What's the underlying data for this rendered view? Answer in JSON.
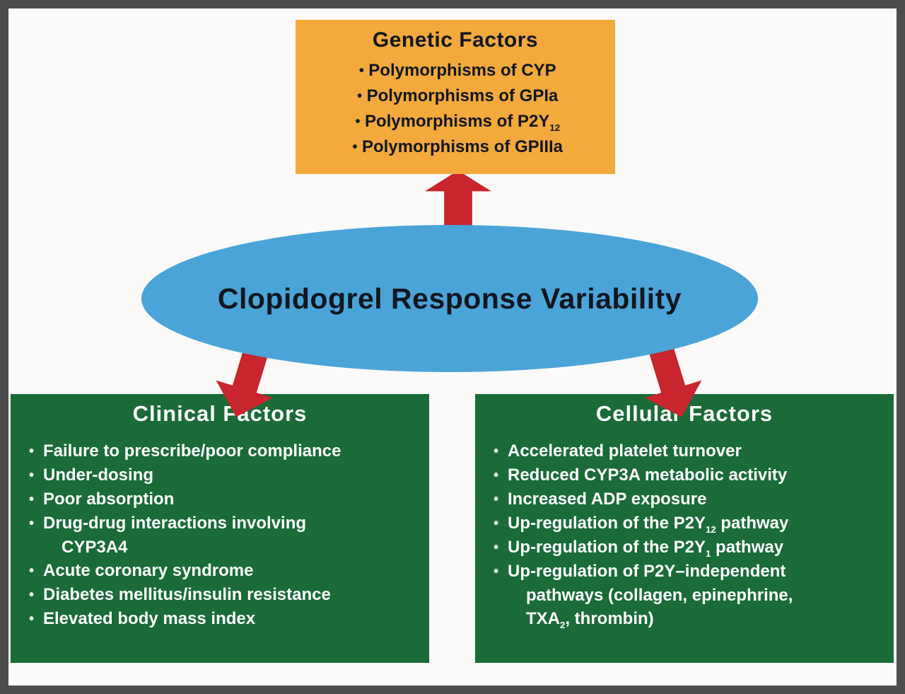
{
  "colors": {
    "frame": "#4d4d4d",
    "page-bg": "#fbfaf8",
    "genetic-bg": "#f3a93c",
    "ellipse-bg": "#4aa4d8",
    "green-bg": "#1a6b38",
    "arrow-red": "#c9252c",
    "dark-text": "#10161f",
    "light-text": "#ffffff"
  },
  "center": {
    "label": "Clopidogrel Response Variability"
  },
  "genetic": {
    "title": "Genetic Factors",
    "items": [
      {
        "b": "•",
        "pre": "Polymorphisms of CYP",
        "sub": "",
        "post": ""
      },
      {
        "b": "•",
        "pre": "Polymorphisms of GPIa",
        "sub": "",
        "post": ""
      },
      {
        "b": "•",
        "pre": "Polymorphisms of P2Y",
        "sub": "12",
        "post": ""
      },
      {
        "b": "•",
        "pre": "Polymorphisms of GPIIIa",
        "sub": "",
        "post": ""
      }
    ]
  },
  "clinical": {
    "title": "Clinical Factors",
    "lines": [
      {
        "b": "•",
        "pre": "Failure to prescribe/poor compliance",
        "sub": "",
        "post": ""
      },
      {
        "b": "•",
        "pre": "Under-dosing",
        "sub": "",
        "post": ""
      },
      {
        "b": "•",
        "pre": "Poor absorption",
        "sub": "",
        "post": ""
      },
      {
        "b": "•",
        "pre": "Drug-drug interactions involving",
        "sub": "",
        "post": ""
      },
      {
        "b": "",
        "pre": "CYP3A4",
        "sub": "",
        "post": ""
      },
      {
        "b": "•",
        "pre": "Acute coronary syndrome",
        "sub": "",
        "post": ""
      },
      {
        "b": "•",
        "pre": "Diabetes mellitus/insulin resistance",
        "sub": "",
        "post": ""
      },
      {
        "b": "•",
        "pre": "Elevated body mass index",
        "sub": "",
        "post": ""
      }
    ]
  },
  "cellular": {
    "title": "Cellular Factors",
    "lines": [
      {
        "b": "•",
        "pre": "Accelerated platelet turnover",
        "sub": "",
        "post": ""
      },
      {
        "b": "•",
        "pre": "Reduced CYP3A metabolic activity",
        "sub": "",
        "post": ""
      },
      {
        "b": "•",
        "pre": "Increased ADP exposure",
        "sub": "",
        "post": ""
      },
      {
        "b": "•",
        "pre": "Up-regulation of the P2Y",
        "sub": "12",
        "post": " pathway"
      },
      {
        "b": "•",
        "pre": "Up-regulation of the P2Y",
        "sub": "1",
        "post": " pathway"
      },
      {
        "b": "•",
        "pre": "Up-regulation of P2Y–independent",
        "sub": "",
        "post": ""
      },
      {
        "b": "",
        "pre": "pathways (collagen, epinephrine,",
        "sub": "",
        "post": ""
      },
      {
        "b": "",
        "pre": "TXA",
        "sub": "2",
        "post": ", thrombin)"
      }
    ]
  }
}
